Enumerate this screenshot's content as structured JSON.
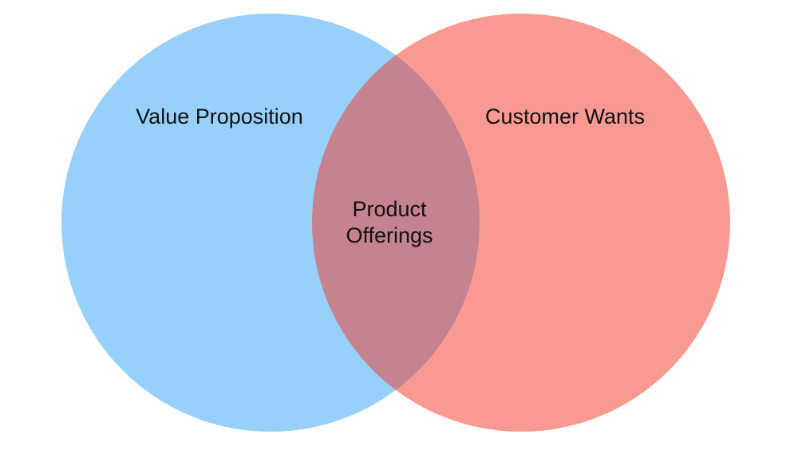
{
  "venn": {
    "left_label": "Value Proposition",
    "right_label": "Customer Wants",
    "overlap_label_line1": "Product",
    "overlap_label_line2": "Offerings"
  },
  "colors": {
    "left_circle": "#96d0fb",
    "right_circle": "#f89a91",
    "overlap": "#c5828f",
    "background": "#ffffff"
  }
}
